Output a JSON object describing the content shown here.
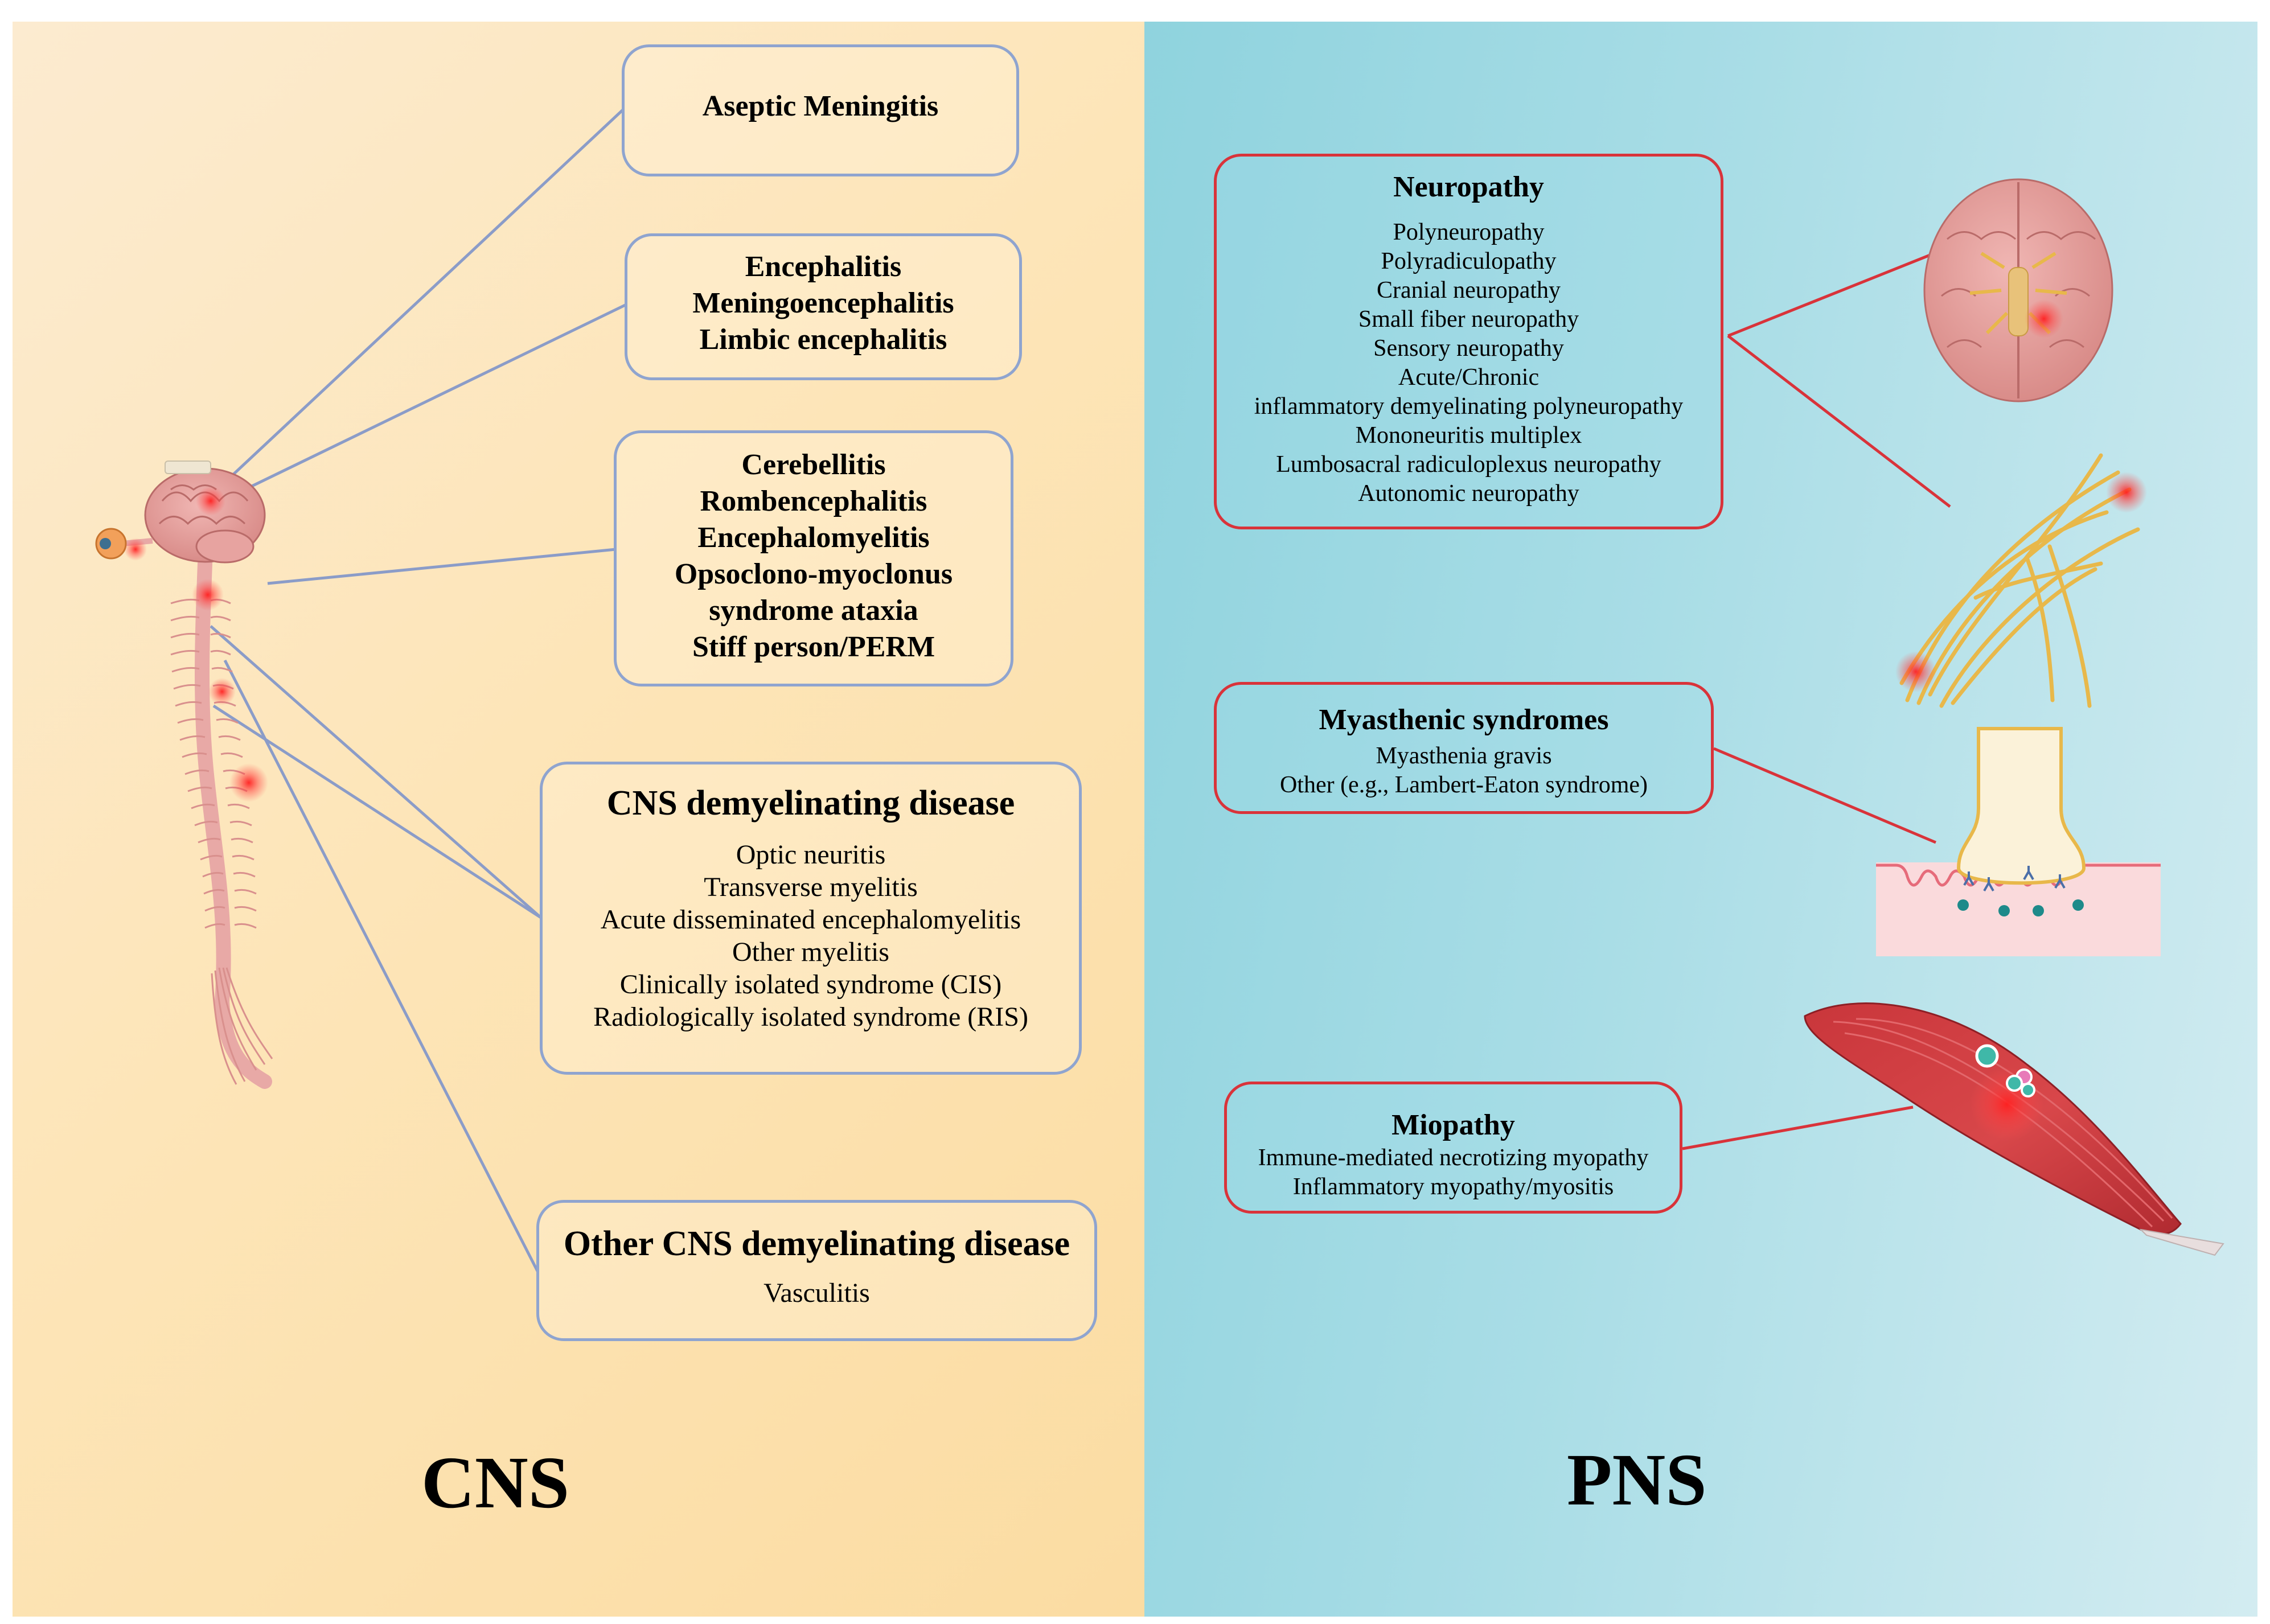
{
  "cns": {
    "label": "CNS",
    "aseptic": {
      "title": "Aseptic Meningitis"
    },
    "encephalitis": {
      "lines": [
        "Encephalitis",
        "Meningoencephalitis",
        "Limbic encephalitis"
      ]
    },
    "cerebellitis": {
      "lines": [
        "Cerebellitis",
        "Rombencephalitis",
        "Encephalomyelitis",
        "Opsoclono-myoclonus",
        "syndrome ataxia",
        "Stiff person/PERM"
      ]
    },
    "demyelinating": {
      "title": "CNS demyelinating disease",
      "items": [
        "Optic neuritis",
        "Transverse myelitis",
        "Acute disseminated encephalomyelitis",
        "Other myelitis",
        "Clinically isolated syndrome (CIS)",
        "Radiologically isolated syndrome (RIS)"
      ]
    },
    "other": {
      "title": "Other CNS demyelinating disease",
      "items": [
        "Vasculitis"
      ]
    }
  },
  "pns": {
    "label": "PNS",
    "neuropathy": {
      "title": "Neuropathy",
      "items": [
        "Polyneuropathy",
        "Polyradiculopathy",
        "Cranial neuropathy",
        "Small fiber neuropathy",
        "Sensory neuropathy",
        "Acute/Chronic",
        "inflammatory demyelinating polyneuropathy",
        "Mononeuritis multiplex",
        "Lumbosacral radiculoplexus neuropathy",
        "Autonomic neuropathy"
      ]
    },
    "myasthenic": {
      "title": "Myasthenic syndromes",
      "items": [
        "Myasthenia gravis",
        "Other (e.g., Lambert-Eaton syndrome)"
      ]
    },
    "miopathy": {
      "title": "Miopathy",
      "items": [
        "Immune-mediated necrotizing myopathy",
        "Inflammatory myopathy/myositis"
      ]
    }
  },
  "colors": {
    "cns_background": "#fde5b8",
    "pns_background": "#a9dde6",
    "cns_box_border": "#8fa4cf",
    "pns_box_border": "#d9333a",
    "cns_connector": "#8b9cc8",
    "pns_connector": "#d9333a"
  }
}
